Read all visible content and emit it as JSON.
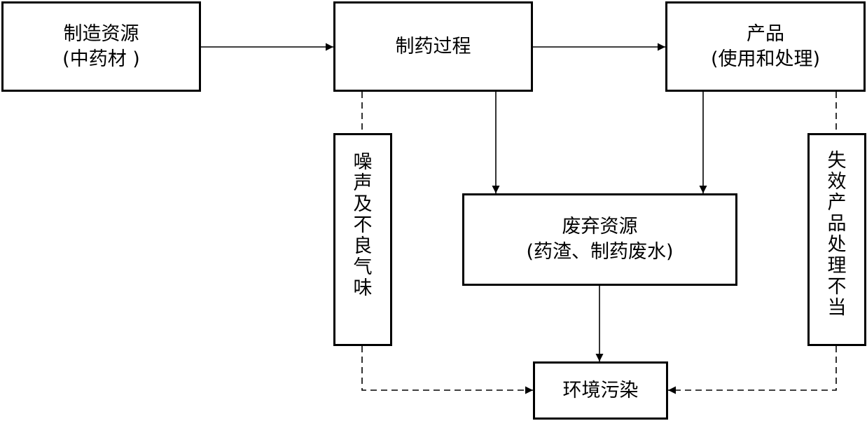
{
  "nodes": {
    "raw": {
      "line1": "制造资源",
      "line2": "(中药材 )"
    },
    "process": {
      "line1": "制药过程"
    },
    "product": {
      "line1": "产品",
      "line2": "(使用和处理)"
    },
    "noise": {
      "text": "噪声及不良气味"
    },
    "waste": {
      "line1": "废弃资源",
      "line2": "(药渣、制药废水)"
    },
    "expired": {
      "text": "失效产品处理不当"
    },
    "pollution": {
      "line1": "环境污染"
    }
  },
  "edges": [
    {
      "from": "raw",
      "to": "process",
      "style": "solid"
    },
    {
      "from": "process",
      "to": "product",
      "style": "solid"
    },
    {
      "from": "process",
      "to": "waste",
      "style": "solid"
    },
    {
      "from": "product",
      "to": "waste",
      "style": "solid"
    },
    {
      "from": "waste",
      "to": "pollution",
      "style": "solid"
    },
    {
      "from": "process",
      "via": "noise",
      "to": "pollution",
      "style": "dashed"
    },
    {
      "from": "product",
      "via": "expired",
      "to": "pollution",
      "style": "dashed"
    }
  ],
  "colors": {
    "line": "#000000",
    "background": "#ffffff"
  }
}
